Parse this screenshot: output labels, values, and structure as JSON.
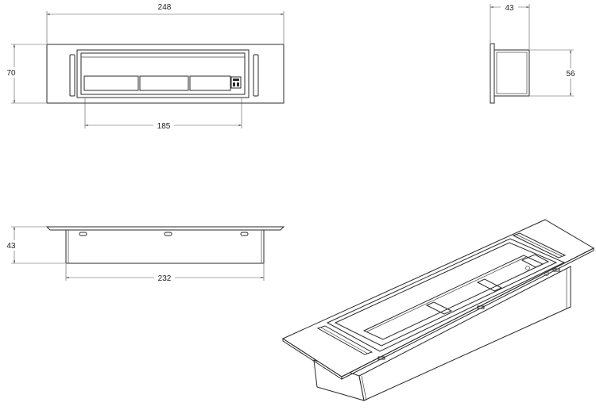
{
  "dimensions": {
    "top_width": "248",
    "top_height": "70",
    "top_opening": "185",
    "side_depth_top": "43",
    "side_height": "56",
    "front_depth": "43",
    "front_width": "232"
  },
  "colors": {
    "line": "#2a2a2a",
    "dimension": "#555555",
    "background": "#ffffff"
  },
  "icons": {
    "control_panel": "control-panel-icon"
  }
}
